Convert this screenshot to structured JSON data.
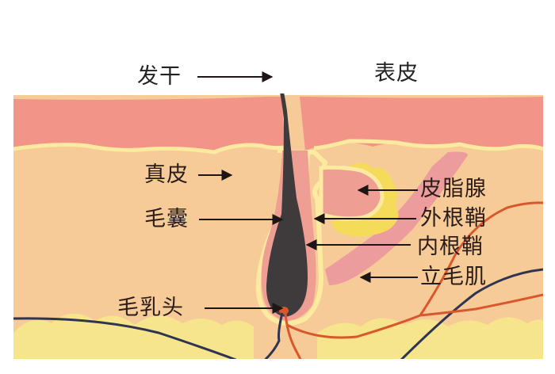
{
  "title": "Hair follicle cross-section diagram",
  "colors": {
    "background": "#ffffff",
    "epidermis": "#f29488",
    "dermis": "#f7cb97",
    "basement_line": "#fbeaa0",
    "fat": "#f6e58c",
    "hair": "#3f3a3c",
    "root_sheath": "#ef9e94",
    "sebaceous_gland": "#f4dc5a",
    "arrector_muscle": "#ec9c9c",
    "artery": "#d9572c",
    "vein": "#2f3550",
    "arrow": "#1e1616"
  },
  "labels": {
    "hair_shaft": "发干",
    "epidermis": "表皮",
    "dermis": "真皮",
    "hair_follicle": "毛囊",
    "dermal_papilla": "毛乳头",
    "sebaceous_gland": "皮脂腺",
    "outer_root_sheath": "外根鞘",
    "inner_root_sheath": "内根鞘",
    "arrector_pili": "立毛肌"
  }
}
